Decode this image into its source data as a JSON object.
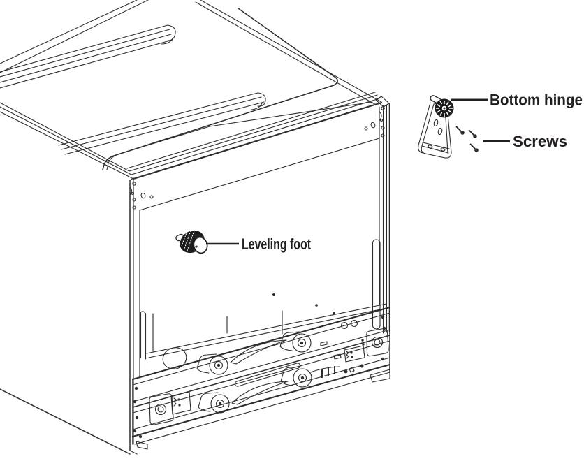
{
  "figure": {
    "type": "technical-illustration",
    "subject": "Appliance cabinet shown from the back with bottom hinge, screws and leveling foot callouts",
    "background_color": "#ffffff",
    "line_color": "#2e2d2c",
    "text_color": "#231f20"
  },
  "callouts": {
    "bottom_hinge": {
      "label": "Bottom hinge"
    },
    "screws": {
      "label": "Screws"
    },
    "leveling_foot": {
      "label": "Leveling foot"
    }
  }
}
